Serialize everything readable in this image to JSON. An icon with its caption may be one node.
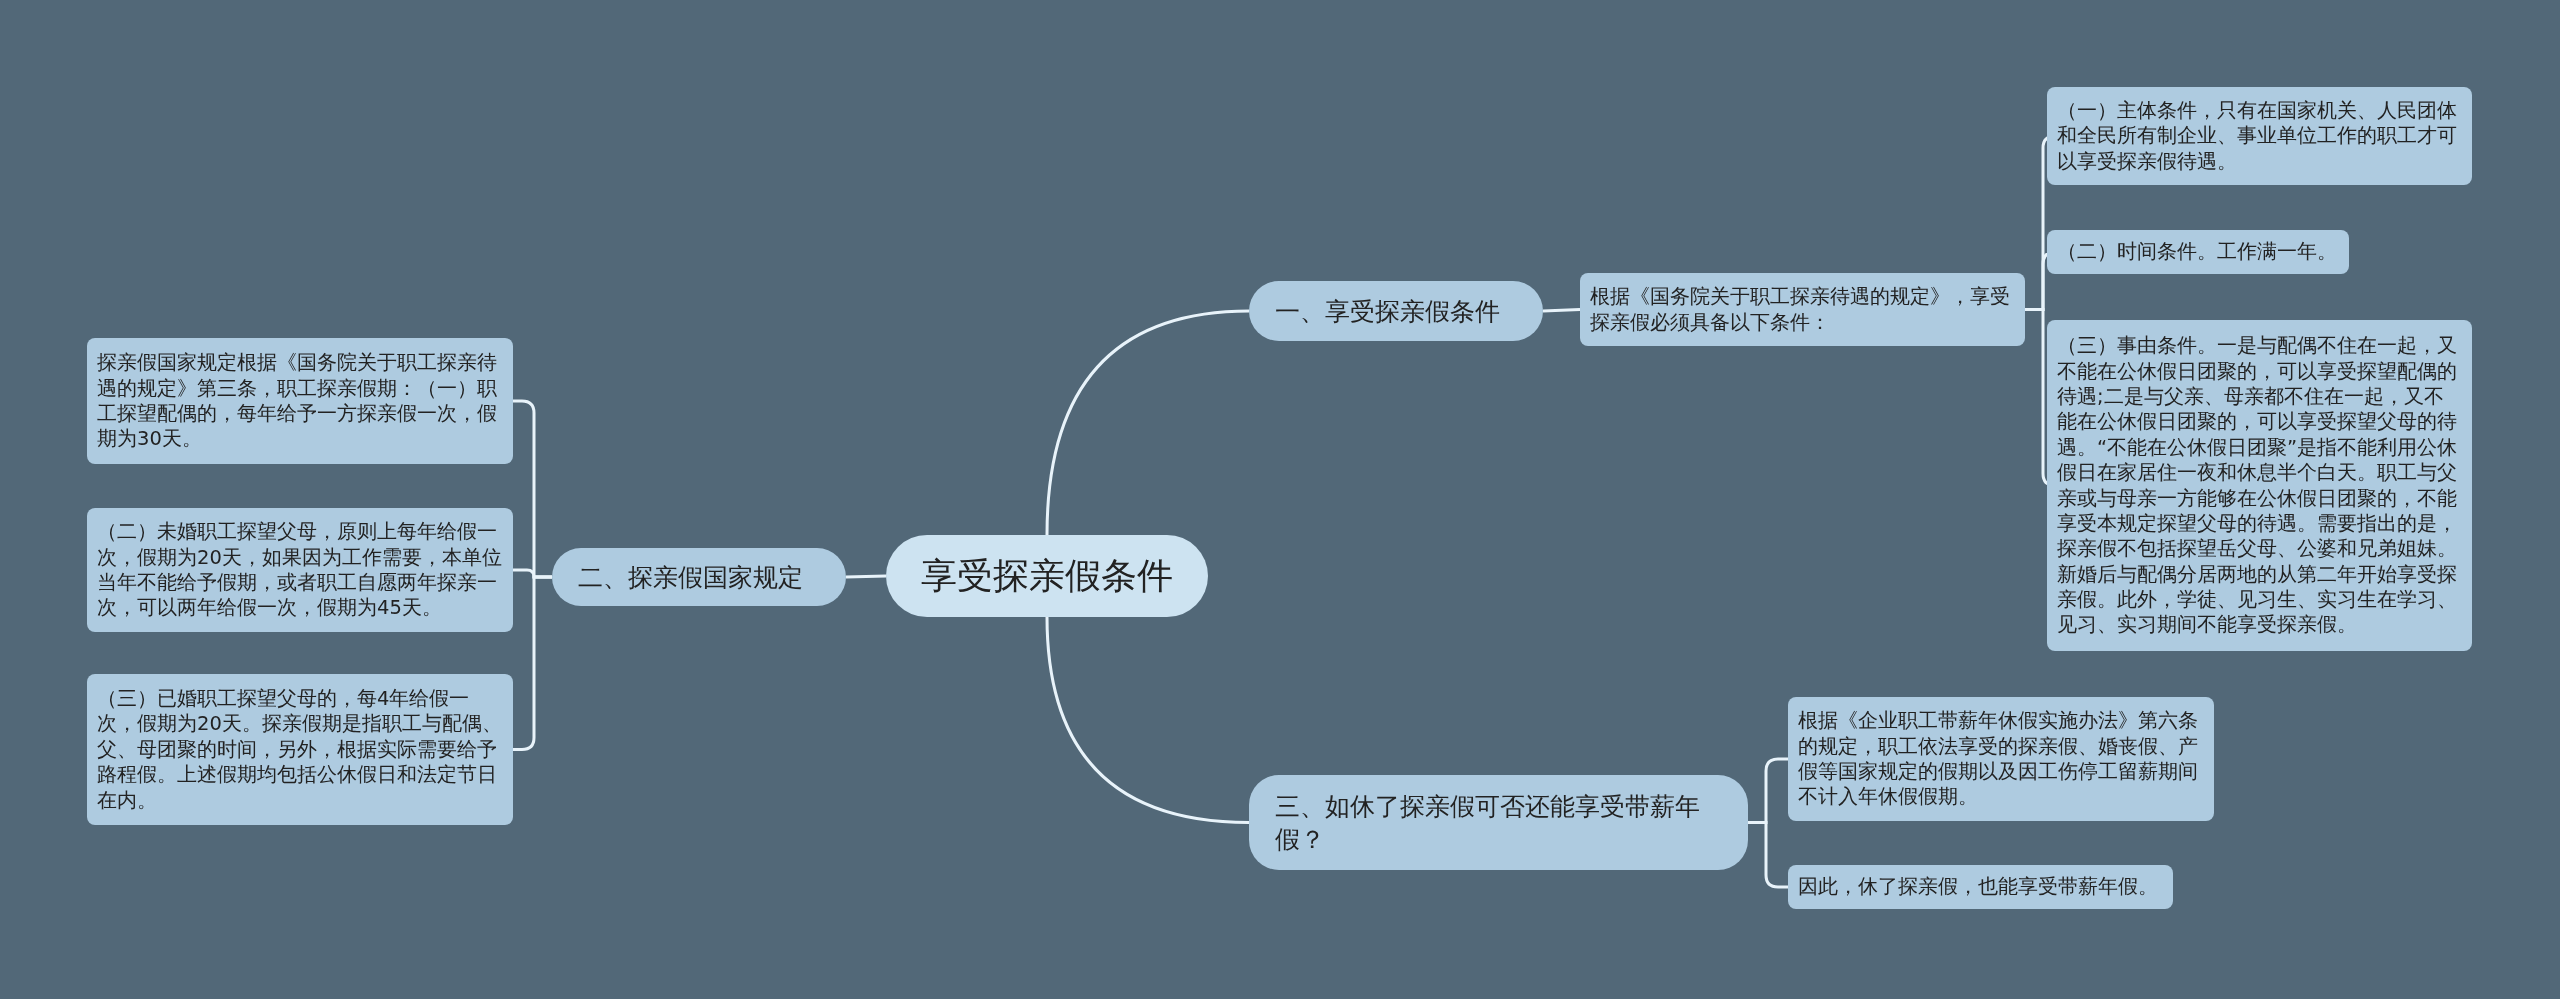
{
  "diagram": {
    "nodes": [
      {
        "text": [
          "享受探亲假条件"
        ]
      },
      {
        "text": [
          "一、享受探亲假条件"
        ]
      },
      {
        "text": [
          "根据《国务院关于职工探亲待遇的规定》，享受探亲假必须具备以下条件："
        ]
      },
      {
        "text": [
          "（一）主体条件，只有在国家机关、人民团体和全民所有制企业、事业单位工作的职工才可以享受探亲假待遇。"
        ]
      },
      {
        "text": [
          "（二）时间条件。工作满一年。"
        ]
      },
      {
        "text": [
          "（三）事由条件。一是与配偶不住在一起，又不能在公休假日团聚的，可以享受探望配偶的待遇;二是与父亲、母亲都不住在一起，又不能在公休假日团聚的，可以享受探望父母的待遇。“不能在公休假日团聚”是指不能利用公休假日在家居住一夜和休息半个白天。职工与父亲或与母亲一方能够在公休假日团聚的，不能享受本规定探望父母的待遇。需要指出的是，探亲假不包括探望岳父母、公婆和兄弟姐妹。新婚后与配偶分居两地的从第二年开始享受探亲假。此外，学徒、见习生、实习生在学习、见习、实习期间不能享受探亲假。"
        ]
      },
      {
        "text": [
          "二、探亲假国家规定"
        ]
      },
      {
        "text": [
          "探亲假国家规定根据《国务院关于职工探亲待遇的规定》第三条，职工探亲假期：（一）职工探望配偶的，每年给予一方探亲假一次，假期为30天。"
        ]
      },
      {
        "text": [
          "（二）未婚职工探望父母，原则上每年给假一次，假期为20天，如果因为工作需要，本单位当年不能给予假期，或者职工自愿两年探亲一次，可以两年给假一次，假期为45天。"
        ]
      },
      {
        "text": [
          "（三）已婚职工探望父母的，每4年给假一次，假期为20天。探亲假期是指职工与配偶、父、母团聚的时间，另外，根据实际需要给予路程假。上述假期均包括公休假日和法定节日在内。"
        ]
      },
      {
        "text": [
          "三、如休了探亲假可否还能享受带薪年假？"
        ]
      },
      {
        "text": [
          "根据《企业职工带薪年休假实施办法》第六条的规定，职工依法享受的探亲假、婚丧假、产假等国家规定的假期以及因工伤停工留薪期间不计入年休假假期。"
        ]
      },
      {
        "text": [
          "因此，休了探亲假，也能享受带薪年假。"
        ]
      }
    ],
    "edges": [
      {
        "from": 0,
        "to": 1,
        "arrow": "none"
      },
      {
        "from": 1,
        "to": 2,
        "arrow": "none"
      },
      {
        "from": 2,
        "to": 3,
        "arrow": "none"
      },
      {
        "from": 2,
        "to": 4,
        "arrow": "none"
      },
      {
        "from": 2,
        "to": 5,
        "arrow": "none"
      },
      {
        "from": 0,
        "to": 6,
        "arrow": "none"
      },
      {
        "from": 6,
        "to": 7,
        "arrow": "none"
      },
      {
        "from": 6,
        "to": 8,
        "arrow": "none"
      },
      {
        "from": 6,
        "to": 9,
        "arrow": "none"
      },
      {
        "from": 0,
        "to": 10,
        "arrow": "none"
      },
      {
        "from": 10,
        "to": 11,
        "arrow": "none"
      },
      {
        "from": 10,
        "to": 12,
        "arrow": "none"
      }
    ]
  }
}
